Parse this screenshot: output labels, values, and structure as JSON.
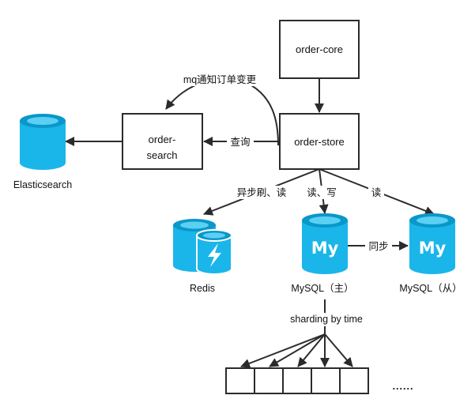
{
  "nodes": {
    "order_core": "order-core",
    "order_store": "order-store",
    "order_search_line1": "order-",
    "order_search_line2": "search"
  },
  "databases": {
    "elasticsearch": "Elasticsearch",
    "redis": "Redis",
    "mysql_master": "MySQL（主）",
    "mysql_slave": "MySQL（从）",
    "mysql_logo": "My"
  },
  "edges": {
    "mq_notify": "mq通知订单变更",
    "query": "查询",
    "async_flush_read": "异步刷、读",
    "read_write": "读、写",
    "read": "读",
    "sync": "同步",
    "sharding": "sharding by time"
  },
  "shards": {
    "more": "......"
  },
  "colors": {
    "db_primary": "#1ab6ea",
    "db_dark": "#0a97c9",
    "db_top": "#5cd0f4",
    "line": "#2b2b2b"
  }
}
